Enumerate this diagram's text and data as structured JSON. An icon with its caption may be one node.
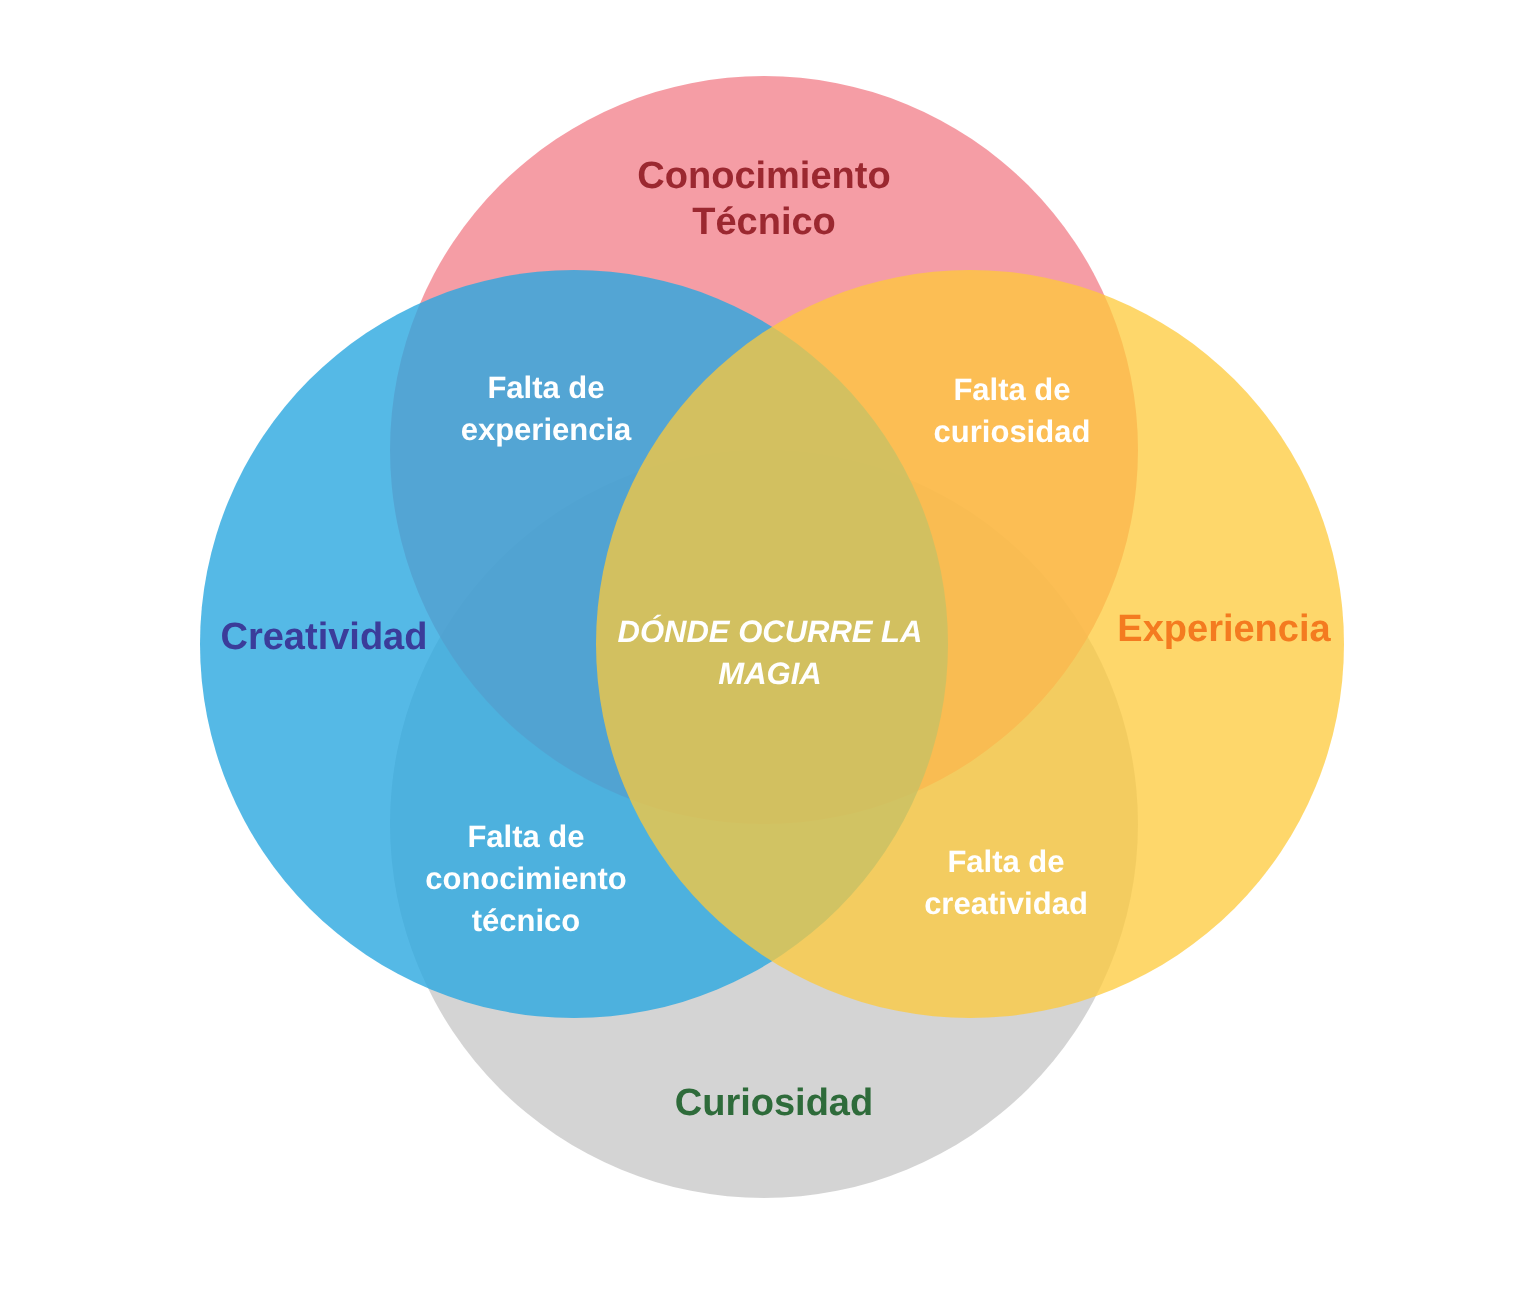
{
  "diagram": {
    "nodes": [
      {
        "text": [
          "Conocimiento Técnico"
        ]
      },
      {
        "text": [
          "Creatividad"
        ]
      },
      {
        "text": [
          "Experiencia"
        ]
      },
      {
        "text": [
          "Curiosidad"
        ]
      }
    ],
    "labels": [
      "Falta de experiencia",
      "Falta de curiosidad",
      "DÓNDE OCURRE LA MAGIA",
      "Falta de conocimiento técnico",
      "Falta de creatividad"
    ]
  }
}
